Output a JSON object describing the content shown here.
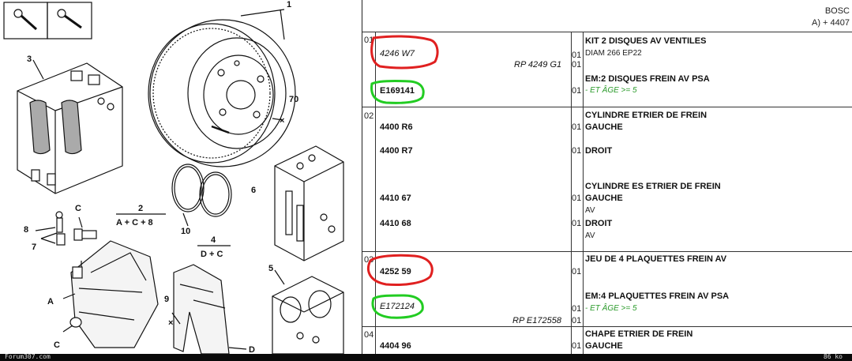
{
  "diagram": {
    "labels": {
      "l1": "1",
      "l2": "2",
      "l3": "3",
      "l4": "4",
      "l5": "5",
      "l6": "6",
      "l7": "7",
      "l8": "8",
      "l9": "9",
      "l10": "10",
      "l70": "70",
      "lA": "A",
      "lC1": "C",
      "lC2": "C",
      "lD": "D",
      "g2": "A + C + 8",
      "g4": "D + C"
    }
  },
  "table": {
    "header_brand": "BOSC",
    "header_sub": "A) + 4407",
    "rows": {
      "r01_idx": "01",
      "r01_code1": "4246 W7",
      "r01_ref": "RP 4249 G1",
      "r01_code2": "E169141",
      "r01_q1": "01",
      "r01_q2": "01",
      "r01_q3": "01",
      "r01_desc1": "KIT 2 DISQUES AV VENTILES",
      "r01_desc1b": "DIAM 266 EP22",
      "r01_desc2": "EM:2 DISQUES FREIN AV PSA",
      "r01_desc2b": "- ET ÂGE >= 5",
      "r02_idx": "02",
      "r02_code1": "4400 R6",
      "r02_code2": "4400 R7",
      "r02_code3": "4410 67",
      "r02_code4": "4410 68",
      "r02_q1": "01",
      "r02_q2": "01",
      "r02_q3": "01",
      "r02_q4": "01",
      "r02_desc1": "CYLINDRE ETRIER DE FREIN",
      "r02_desc1b": "GAUCHE",
      "r02_desc2": "DROIT",
      "r02_desc3": "CYLINDRE ES ETRIER DE FREIN",
      "r02_desc3b": "GAUCHE",
      "r02_desc3c": "AV",
      "r02_desc4": "DROIT",
      "r02_desc4b": "AV",
      "r03_idx": "03",
      "r03_code1": "4252 59",
      "r03_code2": "E172124",
      "r03_ref": "RP E172558",
      "r03_q1": "01",
      "r03_q2": "01",
      "r03_q3": "01",
      "r03_desc1": "JEU DE 4 PLAQUETTES FREIN AV",
      "r03_desc2": "EM:4 PLAQUETTES FREIN AV PSA",
      "r03_desc2b": "- ET ÂGE >= 5",
      "r04_idx": "04",
      "r04_code1": "4404 96",
      "r04_q1": "01",
      "r04_desc1": "CHAPE ETRIER DE FREIN",
      "r04_desc1b": "GAUCHE"
    }
  },
  "footer": {
    "left": "Forum307.com",
    "right": "86 ko"
  },
  "colors": {
    "highlight_red": "#e02020",
    "highlight_green": "#22cc22"
  }
}
